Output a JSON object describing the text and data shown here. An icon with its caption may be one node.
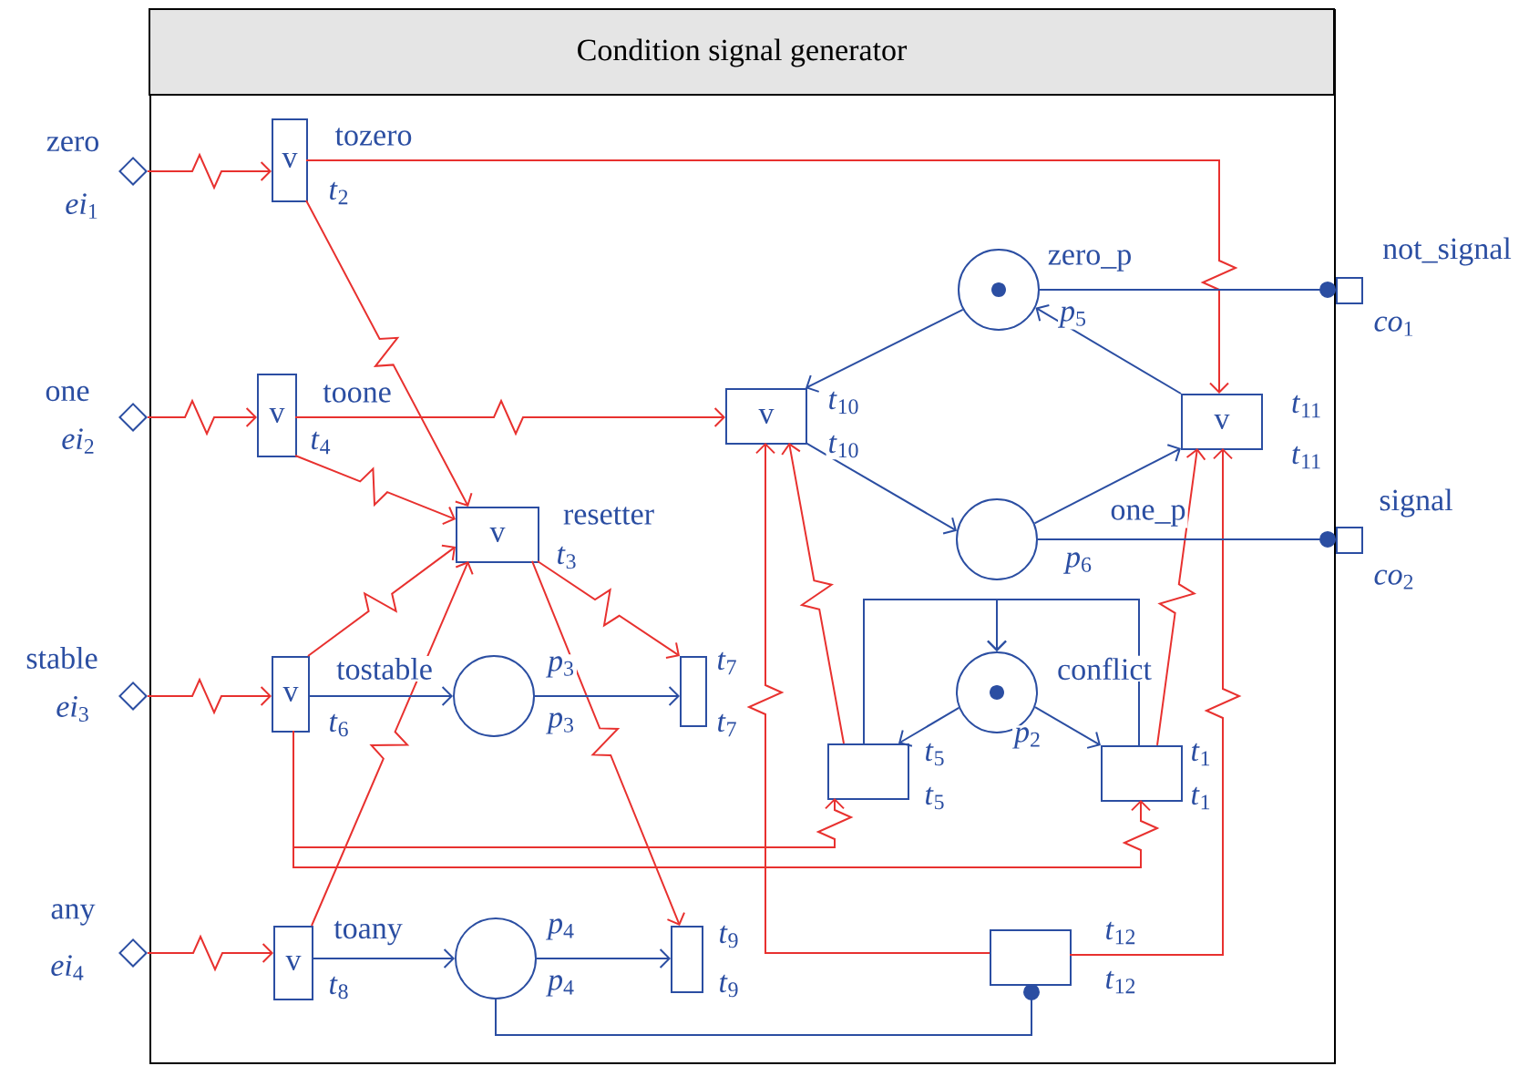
{
  "diagram": {
    "nodes": [
      {
        "text": [
          "Condition signal generator"
        ]
      },
      {
        "text": [],
        "shape": "diamond",
        "beside": [
          "zero",
          "*ei*$_{1}$"
        ]
      },
      {
        "text": [
          "v"
        ],
        "in": 0,
        "beside": [
          "tozero",
          "*t*$_{2}$"
        ]
      },
      {
        "text": [],
        "shape": "circle",
        "in": 0,
        "beside": [
          "zero_p",
          "*p*$_{5}$"
        ]
      },
      {
        "text": [],
        "shape": "box",
        "beside": [
          "not_signal",
          "*co*$_{1}$"
        ]
      },
      {
        "text": [],
        "shape": "diamond",
        "beside": [
          "one",
          "*ei*$_{2}$"
        ]
      },
      {
        "text": [
          "v"
        ],
        "in": 0,
        "beside": [
          "toone",
          "*t*$_{4}$"
        ]
      },
      {
        "text": [
          "v"
        ],
        "in": 0,
        "beside": [
          "*t*$_{10}$",
          "*t*$_{10}$"
        ]
      },
      {
        "text": [
          "v"
        ],
        "in": 0,
        "beside": [
          "*t*$_{11}$",
          "*t*$_{11}$"
        ]
      },
      {
        "text": [
          "v"
        ],
        "in": 0,
        "beside": [
          "resetter",
          "*t*$_{3}$"
        ]
      },
      {
        "text": [],
        "shape": "circle",
        "in": 0,
        "beside": [
          "one_p",
          "*p*$_{6}$"
        ]
      },
      {
        "text": [],
        "shape": "box",
        "beside": [
          "signal",
          "*co*$_{2}$"
        ]
      },
      {
        "text": [],
        "shape": "diamond",
        "beside": [
          "stable",
          "*ei*$_{3}$"
        ]
      },
      {
        "text": [
          "v"
        ],
        "in": 0,
        "beside": [
          "tostable",
          "*t*$_{6}$"
        ]
      },
      {
        "text": [],
        "shape": "circle",
        "in": 0,
        "beside": [
          "*p*$_{3}$",
          "*p*$_{3}$"
        ]
      },
      {
        "text": [],
        "shape": "box",
        "in": 0,
        "beside": [
          "*t*$_{7}$",
          "*t*$_{7}$"
        ]
      },
      {
        "text": [],
        "shape": "circle",
        "in": 0,
        "beside": [
          "conflict",
          "*p*$_{2}$"
        ]
      },
      {
        "text": [],
        "shape": "box",
        "in": 0,
        "beside": [
          "*t*$_{5}$",
          "*t*$_{5}$"
        ]
      },
      {
        "text": [],
        "shape": "box",
        "in": 0,
        "beside": [
          "*t*$_{1}$",
          "*t*$_{1}$"
        ]
      },
      {
        "text": [],
        "shape": "diamond",
        "beside": [
          "any",
          "*ei*$_{4}$"
        ]
      },
      {
        "text": [
          "v"
        ],
        "in": 0,
        "beside": [
          "toany",
          "*t*$_{8}$"
        ]
      },
      {
        "text": [],
        "shape": "circle",
        "in": 0,
        "beside": [
          "*p*$_{4}$",
          "*p*$_{4}$"
        ]
      },
      {
        "text": [],
        "shape": "box",
        "in": 0,
        "beside": [
          "*t*$_{9}$",
          "*t*$_{9}$"
        ]
      },
      {
        "text": [],
        "shape": "box",
        "in": 0,
        "beside": [
          "*t*$_{12}$",
          "*t*$_{12}$"
        ]
      }
    ],
    "edges": [
      {
        "from": 1,
        "to": 2,
        "arrow": "to"
      },
      {
        "from": 5,
        "to": 6,
        "arrow": "to"
      },
      {
        "from": 12,
        "to": 13,
        "arrow": "to"
      },
      {
        "from": 19,
        "to": 20,
        "arrow": "to"
      },
      {
        "from": 2,
        "to": 8,
        "arrow": "to"
      },
      {
        "from": 2,
        "to": 9,
        "arrow": "to"
      },
      {
        "from": 6,
        "to": 7,
        "arrow": "to"
      },
      {
        "from": 6,
        "to": 9,
        "arrow": "to"
      },
      {
        "from": 13,
        "to": 9,
        "arrow": "to"
      },
      {
        "from": 20,
        "to": 9,
        "arrow": "to"
      },
      {
        "from": 9,
        "to": 15,
        "arrow": "to"
      },
      {
        "from": 9,
        "to": 22,
        "arrow": "to"
      },
      {
        "from": 13,
        "to": 17,
        "arrow": "to"
      },
      {
        "from": 13,
        "to": 18,
        "arrow": "to"
      },
      {
        "from": 17,
        "to": 7,
        "arrow": "to"
      },
      {
        "from": 23,
        "to": 7,
        "arrow": "to"
      },
      {
        "from": 18,
        "to": 8,
        "arrow": "to"
      },
      {
        "from": 23,
        "to": 8,
        "arrow": "to"
      },
      {
        "from": 13,
        "to": 14,
        "arrow": "to",
        "color": "#2b4ea2"
      },
      {
        "from": 14,
        "to": 15,
        "arrow": "to",
        "color": "#2b4ea2"
      },
      {
        "from": 20,
        "to": 21,
        "arrow": "to",
        "color": "#2b4ea2"
      },
      {
        "from": 21,
        "to": 22,
        "arrow": "to",
        "color": "#2b4ea2"
      },
      {
        "from": 3,
        "to": 7,
        "arrow": "to",
        "color": "#2b4ea2"
      },
      {
        "from": 7,
        "to": 10,
        "arrow": "to",
        "color": "#2b4ea2"
      },
      {
        "from": 10,
        "to": 8,
        "arrow": "to",
        "color": "#2b4ea2"
      },
      {
        "from": 8,
        "to": 3,
        "arrow": "to",
        "color": "#2b4ea2"
      },
      {
        "from": 16,
        "to": 17,
        "arrow": "to",
        "color": "#2b4ea2"
      },
      {
        "from": 16,
        "to": 18,
        "arrow": "to",
        "color": "#2b4ea2"
      },
      {
        "from": 17,
        "to": 16,
        "arrow": "to",
        "color": "#2b4ea2"
      },
      {
        "from": 18,
        "to": 16,
        "arrow": "to",
        "color": "#2b4ea2"
      },
      {
        "from": 3,
        "to": 4,
        "arrow": "other",
        "color": "#2b4ea2"
      },
      {
        "from": 10,
        "to": 11,
        "arrow": "other",
        "color": "#2b4ea2"
      },
      {
        "from": 21,
        "to": 23,
        "arrow": "other",
        "color": "#2b4ea2"
      }
    ]
  }
}
